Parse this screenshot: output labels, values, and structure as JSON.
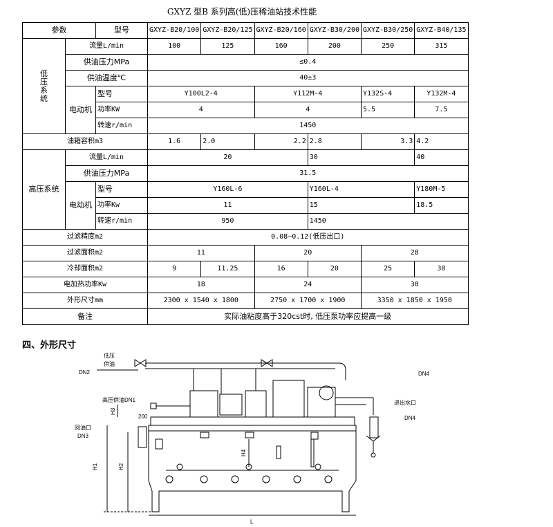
{
  "title": "GXYZ 型B 系列高(低)压稀油站技术性能",
  "header": {
    "param": "参数",
    "model": "型号",
    "models": [
      "GXYZ-B20/100",
      "GXYZ-B20/125",
      "GXYZ-B20/160",
      "GXYZ-B30/200",
      "GXYZ-B30/250",
      "GXYZ-B40/135"
    ]
  },
  "low": {
    "label": "低\n压\n系\n统",
    "flow_label": "流量L/min",
    "flow": [
      "100",
      "125",
      "160",
      "200",
      "250",
      "315"
    ],
    "pressure_label": "供油压力MPa",
    "pressure": "≤0.4",
    "temp_label": "供油温度℃",
    "temp": "40±3",
    "motor_label": "电动机",
    "motor_model_label": "型号",
    "motor_models": [
      "Y100L2-4",
      "Y112M-4",
      "Y132S-4",
      "Y132M-4"
    ],
    "power_label": "功率KW",
    "powers": [
      "4",
      "4",
      "5.5",
      "7.5"
    ],
    "speed_label": "转速r/min",
    "speed": "1450"
  },
  "tank": {
    "label": "油箱容积m3",
    "values": [
      "1.6",
      "2.0",
      "2.2",
      "2.8",
      "3.3",
      "4.2"
    ]
  },
  "high": {
    "label": "高压系统",
    "flow_label": "流量L/min",
    "flows": [
      "20",
      "30",
      "40"
    ],
    "pressure_label": "供油压力MPa",
    "pressure": "31.5",
    "motor_label": "电动机",
    "motor_model_label": "型号",
    "motor_models": [
      "Y160L-6",
      "Y160L-4",
      "Y180M-5"
    ],
    "power_label": "功率Kw",
    "powers": [
      "11",
      "15",
      "18.5"
    ],
    "speed_label": "转速r/min",
    "speeds": [
      "950",
      "1450"
    ]
  },
  "filter_precision": {
    "label": "过滤精度m2",
    "value": "0.08~0.12(低压出口)"
  },
  "filter_area": {
    "label": "过滤面积m2",
    "values": [
      "11",
      "20",
      "28"
    ]
  },
  "cooling": {
    "label": "冷却面积m2",
    "values": [
      "9",
      "11.25",
      "16",
      "20",
      "25",
      "30"
    ]
  },
  "heater": {
    "label": "电加热功率Kw",
    "values": [
      "18",
      "24",
      "30"
    ]
  },
  "dimensions": {
    "label": "外形尺寸mm",
    "values": [
      "2300 x 1540 x 1800",
      "2750 x 1700 x 1900",
      "3350 x 1850 x 1950"
    ]
  },
  "note": {
    "label": "备注",
    "value": "实际油粘度高于320cst时, 低压泵功率应提高一级"
  },
  "section_heading": "四、外形尺寸",
  "drawing_labels": {
    "low_supply_1": "低压",
    "low_supply_2": "供油",
    "dn2": "DN2",
    "high_supply": "高压供油DN1",
    "return_1": "回油口",
    "return_2": "DN3",
    "dn4_top": "DN4",
    "water": "进出水口",
    "dn4_bottom": "DN4",
    "dim_200": "200",
    "h1": "H1",
    "h2": "H2",
    "h3": "H3",
    "h4": "H4",
    "l": "L"
  }
}
